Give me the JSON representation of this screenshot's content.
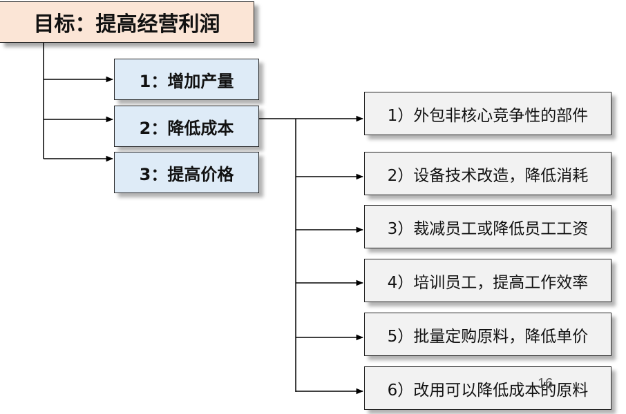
{
  "goal": {
    "label": "目标：提高经营利润"
  },
  "strategies": [
    {
      "label": "1：增加产量"
    },
    {
      "label": "2：降低成本"
    },
    {
      "label": "3：提高价格"
    }
  ],
  "measures": [
    {
      "label": "1）外包非核心竞争性的部件"
    },
    {
      "label": "2）设备技术改造，降低消耗"
    },
    {
      "label": "3）裁减员工或降低员工工资"
    },
    {
      "label": "4）培训员工，提高工作效率"
    },
    {
      "label": "5）批量定购原料，降低单价"
    },
    {
      "label": "6）改用可以降低成本的原料"
    }
  ],
  "page_number": "16",
  "colors": {
    "goal_fill": "#fbe5d6",
    "strategy_fill": "#deebf7",
    "measure_fill": "#f2f2f2",
    "line": "#000000"
  }
}
